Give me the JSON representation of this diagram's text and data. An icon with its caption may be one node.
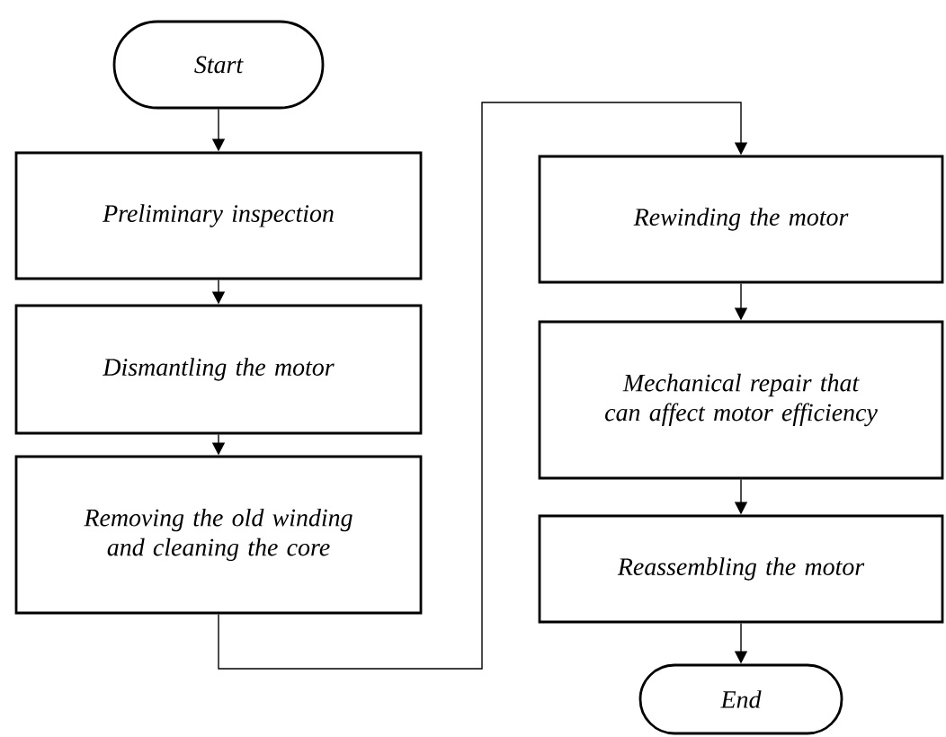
{
  "diagram": {
    "nodes": [
      {
        "text": [
          "Start"
        ]
      },
      {
        "text": [
          "Preliminary inspection"
        ]
      },
      {
        "text": [
          "Dismantling the motor"
        ]
      },
      {
        "text": [
          "Removing the old winding and cleaning the core"
        ]
      },
      {
        "text": [
          "Rewinding the motor"
        ]
      },
      {
        "text": [
          "Mechanical repair that can affect motor efficiency"
        ]
      },
      {
        "text": [
          "Reassembling the motor"
        ]
      },
      {
        "text": [
          "End"
        ]
      }
    ],
    "edges": [
      {
        "from": 0,
        "to": 1,
        "arrow": "to"
      },
      {
        "from": 1,
        "to": 2,
        "arrow": "to"
      },
      {
        "from": 2,
        "to": 3,
        "arrow": "to"
      },
      {
        "from": 3,
        "to": 4,
        "arrow": "to"
      },
      {
        "from": 4,
        "to": 5,
        "arrow": "to"
      },
      {
        "from": 5,
        "to": 6,
        "arrow": "to"
      },
      {
        "from": 6,
        "to": 7,
        "arrow": "to"
      }
    ]
  }
}
